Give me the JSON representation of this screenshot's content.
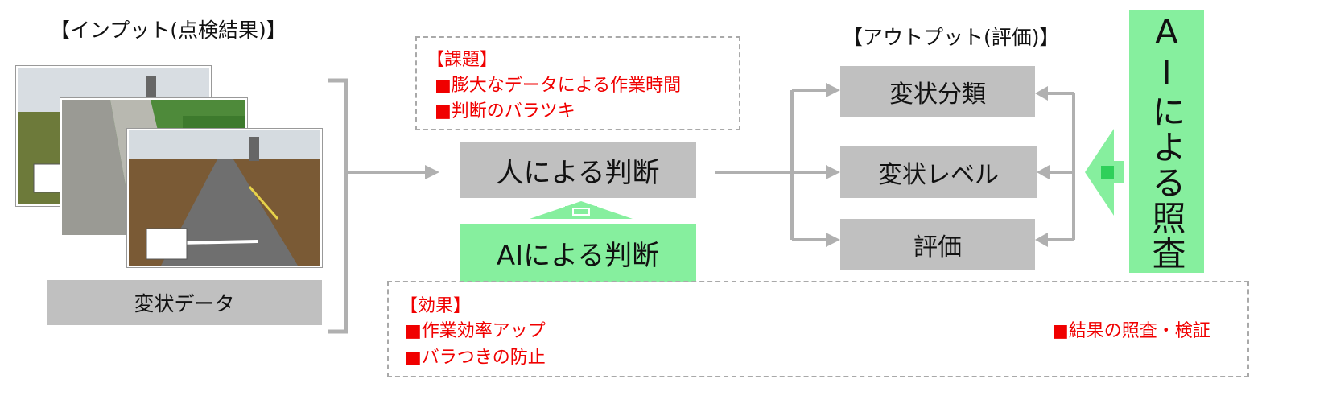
{
  "input": {
    "heading": "【インプット(点検結果)】",
    "data_box": "変状データ"
  },
  "issues": {
    "title": "【課題】",
    "items": [
      "■膨大なデータによる作業時間",
      "■判断のバラツキ"
    ]
  },
  "judgement": {
    "human": "人による判断",
    "ai": "AIによる判断"
  },
  "output": {
    "heading": "【アウトプット(評価)】",
    "items": [
      "変状分類",
      "変状レベル",
      "評価"
    ]
  },
  "ai_check": "AIによる照査",
  "effects": {
    "title": "【効果】",
    "items": [
      "■作業効率アップ",
      "■バラつきの防止"
    ],
    "right": "■結果の照査・検証"
  },
  "colors": {
    "gray": "#c0c0c0",
    "green": "#86ef9e",
    "red": "#f00000",
    "arrow": "#b0b0b0"
  }
}
